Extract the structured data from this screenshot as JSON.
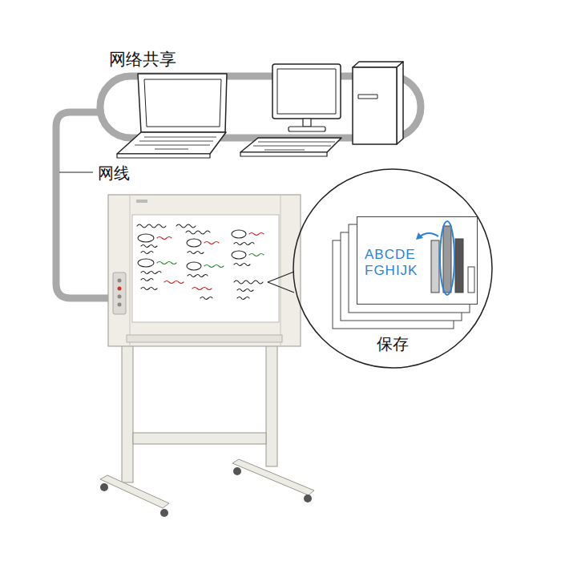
{
  "diagram": {
    "nodes": [
      {
        "text": [
          "保存"
        ]
      },
      {
        "text": [
          "ABCDE FGHIJK"
        ],
        "in": 0
      }
    ],
    "labels": [
      "网络共享",
      "网线"
    ]
  }
}
